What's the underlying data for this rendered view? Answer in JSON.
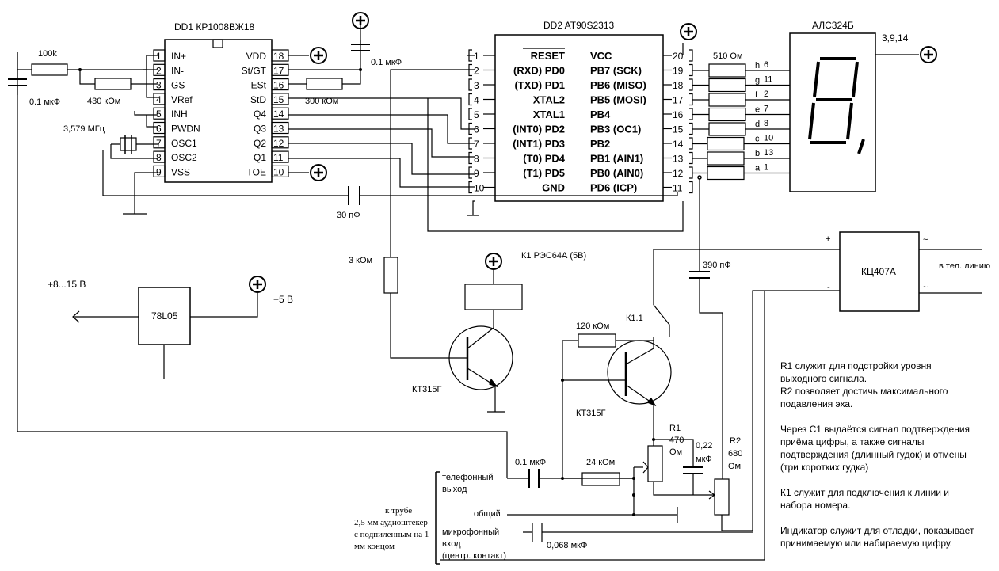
{
  "dd1": {
    "title": "DD1 КР1008ВЖ18",
    "left_pins": [
      {
        "num": "1",
        "name": "IN+"
      },
      {
        "num": "2",
        "name": "IN-"
      },
      {
        "num": "3",
        "name": "GS"
      },
      {
        "num": "4",
        "name": "VRef"
      },
      {
        "num": "5",
        "name": "INH"
      },
      {
        "num": "6",
        "name": "PWDN"
      },
      {
        "num": "7",
        "name": "OSC1"
      },
      {
        "num": "8",
        "name": "OSC2"
      },
      {
        "num": "9",
        "name": "VSS"
      }
    ],
    "right_pins": [
      {
        "num": "18",
        "name": "VDD"
      },
      {
        "num": "17",
        "name": "St/GT"
      },
      {
        "num": "16",
        "name": "ESt"
      },
      {
        "num": "15",
        "name": "StD"
      },
      {
        "num": "14",
        "name": "Q4"
      },
      {
        "num": "13",
        "name": "Q3"
      },
      {
        "num": "12",
        "name": "Q2"
      },
      {
        "num": "11",
        "name": "Q1"
      },
      {
        "num": "10",
        "name": "TOE"
      }
    ]
  },
  "dd2": {
    "title": "DD2 AT90S2313",
    "left_pins": [
      {
        "num": "1",
        "name": "RESET"
      },
      {
        "num": "2",
        "name": "(RXD) PD0"
      },
      {
        "num": "3",
        "name": "(TXD) PD1"
      },
      {
        "num": "4",
        "name": "XTAL2"
      },
      {
        "num": "5",
        "name": "XTAL1"
      },
      {
        "num": "6",
        "name": "(INT0) PD2"
      },
      {
        "num": "7",
        "name": "(INT1) PD3"
      },
      {
        "num": "8",
        "name": "(T0) PD4"
      },
      {
        "num": "9",
        "name": "(T1) PD5"
      },
      {
        "num": "10",
        "name": "GND"
      }
    ],
    "right_pins": [
      {
        "num": "20",
        "name": "VCC"
      },
      {
        "num": "19",
        "name": "PB7 (SCK)"
      },
      {
        "num": "18",
        "name": "PB6 (MISO)"
      },
      {
        "num": "17",
        "name": "PB5 (MOSI)"
      },
      {
        "num": "16",
        "name": "PB4"
      },
      {
        "num": "15",
        "name": "PB3 (OC1)"
      },
      {
        "num": "14",
        "name": "PB2"
      },
      {
        "num": "13",
        "name": "PB1 (AIN1)"
      },
      {
        "num": "12",
        "name": "PB0 (AIN0)"
      },
      {
        "num": "11",
        "name": "PD6 (ICP)"
      }
    ]
  },
  "display": {
    "title": "АЛС324Б",
    "pins_label": "3,9,14",
    "resistor_label": "510 Ом",
    "segments": [
      {
        "seg": "h",
        "pin": "6"
      },
      {
        "seg": "g",
        "pin": "11"
      },
      {
        "seg": "f",
        "pin": "2"
      },
      {
        "seg": "e",
        "pin": "7"
      },
      {
        "seg": "d",
        "pin": "8"
      },
      {
        "seg": "c",
        "pin": "10"
      },
      {
        "seg": "b",
        "pin": "13"
      },
      {
        "seg": "a",
        "pin": "1"
      }
    ]
  },
  "labels": {
    "r_100k": "100k",
    "c_01_left": "0.1 мкФ",
    "r_430k": "430 кОм",
    "crystal": "3,579 МГц",
    "c_01_top": "0.1 мкФ",
    "r_300k": "300 кОм",
    "c_30p": "30 пФ",
    "relay": "К1 РЭС64А (5В)",
    "r_3k": "3 кОм",
    "t1": "КТ315Г",
    "t2": "КТ315Г",
    "k11": "К1.1",
    "r_120k": "120 кОм",
    "c_390p": "390 пФ",
    "bridge": "КЦ407А",
    "line_label": "в тел. линию",
    "plus": "+",
    "minus": "-",
    "tilde": "~",
    "supply": "+8...15 В",
    "regulator": "78L05",
    "plus5": "+5 В",
    "r1_name": "R1",
    "r1_val": "470",
    "r1_unit": "Ом",
    "c_022a": "0,22",
    "c_022b": "мкФ",
    "r2_name": "R2",
    "r2_val": "680",
    "r2_unit": "Ом",
    "c_01_bottom": "0.1 мкФ",
    "r_24k": "24 кОм",
    "c_0068": "0,068 мкФ",
    "tel_out": [
      "телефонный",
      "выход"
    ],
    "common": "общий",
    "mic_in": [
      "микрофонный",
      "вход",
      "(центр. контакт)"
    ],
    "plug": [
      "к трубе",
      "2,5 мм аудиоштекер",
      "с подпиленным на 1",
      "мм концом"
    ]
  },
  "notes": [
    "R1 служит для подстройки уровня",
    "выходного сигнала.",
    "R2 позволяет достичь максимального",
    "подавления эха.",
    "",
    "Через C1 выдаётся сигнал подтверждения",
    "приёма цифры, а также сигналы",
    "подтверждения (длинный гудок) и отмены",
    "(три коротких гудка)",
    "",
    "К1 служит для подключения к линии и",
    "набора номера.",
    "",
    "Индикатор служит для отладки, показывает",
    "принимаемую или набираемую цифру."
  ]
}
